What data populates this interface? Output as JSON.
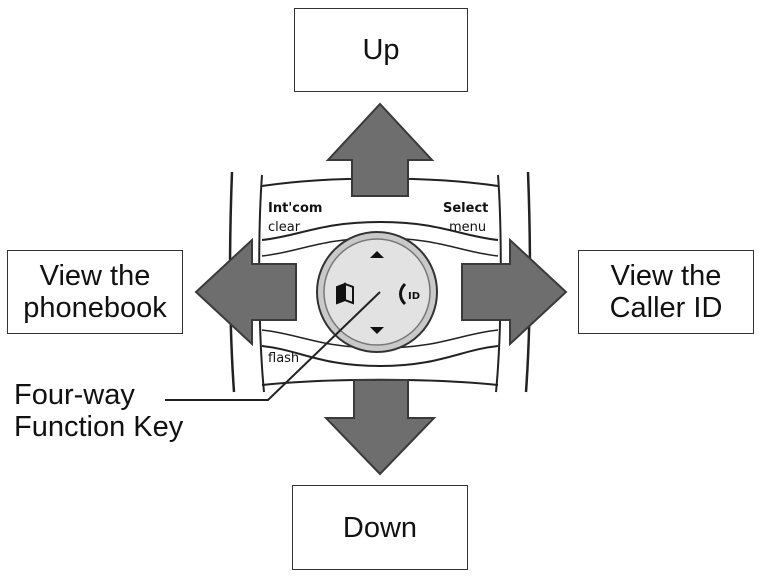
{
  "labels": {
    "up": "Up",
    "down": "Down",
    "left": "View the\nphonebook",
    "right": "View the\nCaller ID",
    "callout": "Four-way\nFunction Key"
  },
  "phone": {
    "top_left_bold": "Int'com",
    "top_left_sub": "clear",
    "top_right_bold": "Select",
    "top_right_sub": "menu",
    "bottom_left": "flash",
    "key_left_icon": "phonebook-book-icon",
    "key_right_icon": "caller-id-phone-icon",
    "key_right_text": "ID"
  },
  "colors": {
    "arrow_fill": "#6e6e6e",
    "arrow_stroke": "#3a3a3a",
    "key_ring": "#b5b5b5",
    "key_face": "#d9d9d9",
    "line": "#222222"
  }
}
